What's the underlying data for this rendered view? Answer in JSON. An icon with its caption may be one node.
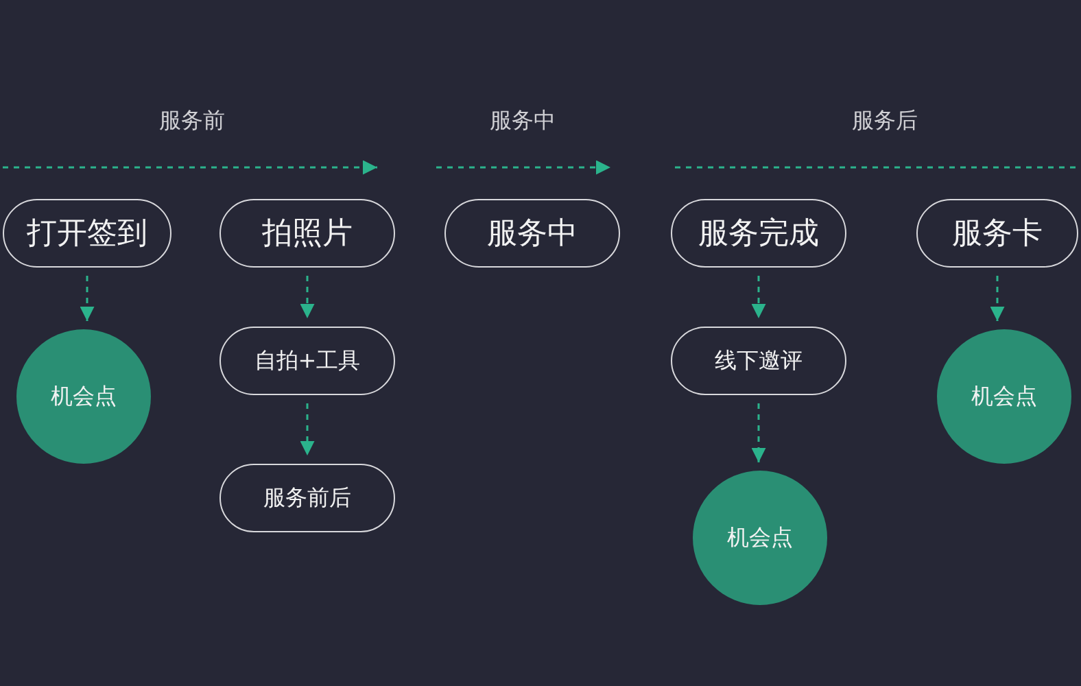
{
  "diagram": {
    "nodes": [
      {
        "text": [
          "打开签到"
        ]
      },
      {
        "text": [
          "拍照片"
        ]
      },
      {
        "text": [
          "服务中"
        ]
      },
      {
        "text": [
          "服务完成"
        ]
      },
      {
        "text": [
          "服务卡"
        ]
      },
      {
        "text": [
          "机会点"
        ]
      },
      {
        "text": [
          "自拍+工具"
        ]
      },
      {
        "text": [
          "服务前后"
        ]
      },
      {
        "text": [
          "线下邀评"
        ]
      },
      {
        "text": [
          "机会点"
        ]
      },
      {
        "text": [
          "机会点"
        ]
      }
    ],
    "edges": [
      {
        "from": 0,
        "to": 5,
        "arrow": "to",
        "style": "dashed"
      },
      {
        "from": 1,
        "to": 6,
        "arrow": "to",
        "style": "dashed"
      },
      {
        "from": 6,
        "to": 7,
        "arrow": "to",
        "style": "dashed"
      },
      {
        "from": 3,
        "to": 8,
        "arrow": "to",
        "style": "dashed"
      },
      {
        "from": 8,
        "to": 9,
        "arrow": "to",
        "style": "dashed"
      },
      {
        "from": 4,
        "to": 10,
        "arrow": "to",
        "style": "dashed"
      }
    ],
    "labels": [
      "服务前",
      "服务中",
      "服务后"
    ]
  }
}
